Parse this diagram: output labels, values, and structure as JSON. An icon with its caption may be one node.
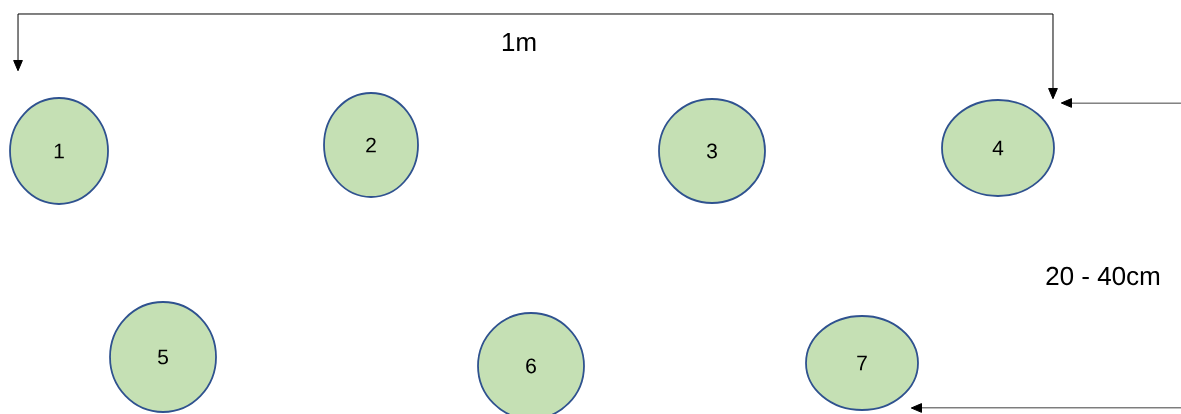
{
  "diagram": {
    "nodes": [
      {
        "text": [
          "1"
        ]
      },
      {
        "text": [
          "2"
        ]
      },
      {
        "text": [
          "3"
        ]
      },
      {
        "text": [
          "4"
        ]
      },
      {
        "text": [
          "5"
        ]
      },
      {
        "text": [
          "6"
        ]
      },
      {
        "text": [
          "7"
        ]
      }
    ],
    "labels": [
      "1m",
      "20 - 40cm"
    ]
  }
}
